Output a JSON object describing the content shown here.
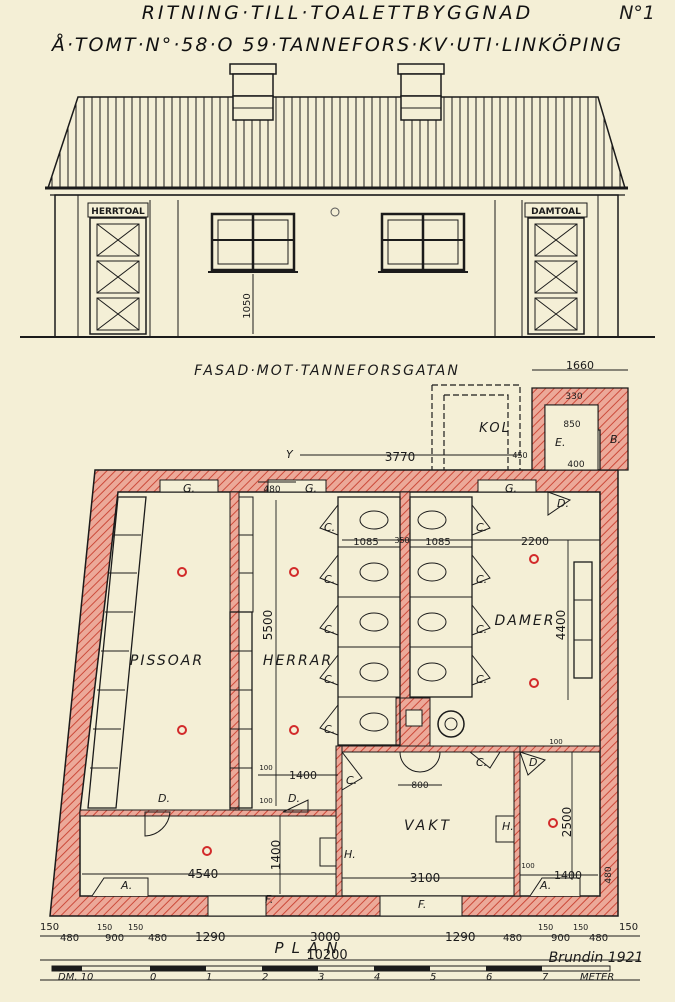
{
  "title": {
    "line1": "RITNING·TILL·TOALETTBYGGNAD",
    "line2": "Å·TOMT·N°·58·O 59·TANNEFORS·KV·UTI·LINKÖPING",
    "sheet_no": "N°1"
  },
  "facade": {
    "caption": "FASAD·MOT·TANNEFORSGATAN",
    "sign_left": "HERRTOAL",
    "sign_right": "DAMTOAL",
    "dim_window_height": "1050"
  },
  "plan": {
    "rooms": {
      "pissoar": "PISSOAR",
      "herrar": "HERRAR",
      "damer": "DAMER",
      "vakt": "VAKT",
      "kol": "KOL"
    },
    "dims": {
      "kol_width": "1660",
      "kol_330": "330",
      "kol_850": "850",
      "kol_400": "400",
      "d3770": "3770",
      "d450": "450",
      "d480": "480",
      "d5500": "5500",
      "d1085a": "1085",
      "d350": "350",
      "d1085b": "1085",
      "d2200": "2200",
      "d4400": "4400",
      "d1400a": "1400",
      "d100a": "100",
      "d100b": "100",
      "d800": "800",
      "d100c": "100",
      "d2500": "2500",
      "d4540": "4540",
      "d1400b": "1400",
      "d3100": "3100",
      "d1400c": "1400",
      "d100d": "100",
      "d480r": "480"
    },
    "letters": {
      "G": "G.",
      "C": "C.",
      "D": "D.",
      "A": "A.",
      "F": "F.",
      "H": "H.",
      "E": "E.",
      "B": "B.",
      "Y": "Y"
    },
    "bottom_dims": [
      "150",
      "480",
      "150",
      "900",
      "150",
      "480",
      "1290",
      "3000",
      "1290",
      "480",
      "150",
      "900",
      "150",
      "480",
      "150"
    ],
    "total_width": "10200",
    "caption": "PLAN",
    "signature": "Brundin 1921",
    "scale": {
      "label_left": "DM. 10",
      "ticks": [
        "0",
        "1",
        "2",
        "3",
        "4",
        "5",
        "6",
        "7"
      ],
      "label_right": "METER"
    }
  },
  "colors": {
    "wall_fill": "#e8a394",
    "wall_hatch": "#cc4a3a",
    "ink": "#1b1b1b",
    "paper": "#f4efd6",
    "lamp_red": "#d22a2a"
  }
}
